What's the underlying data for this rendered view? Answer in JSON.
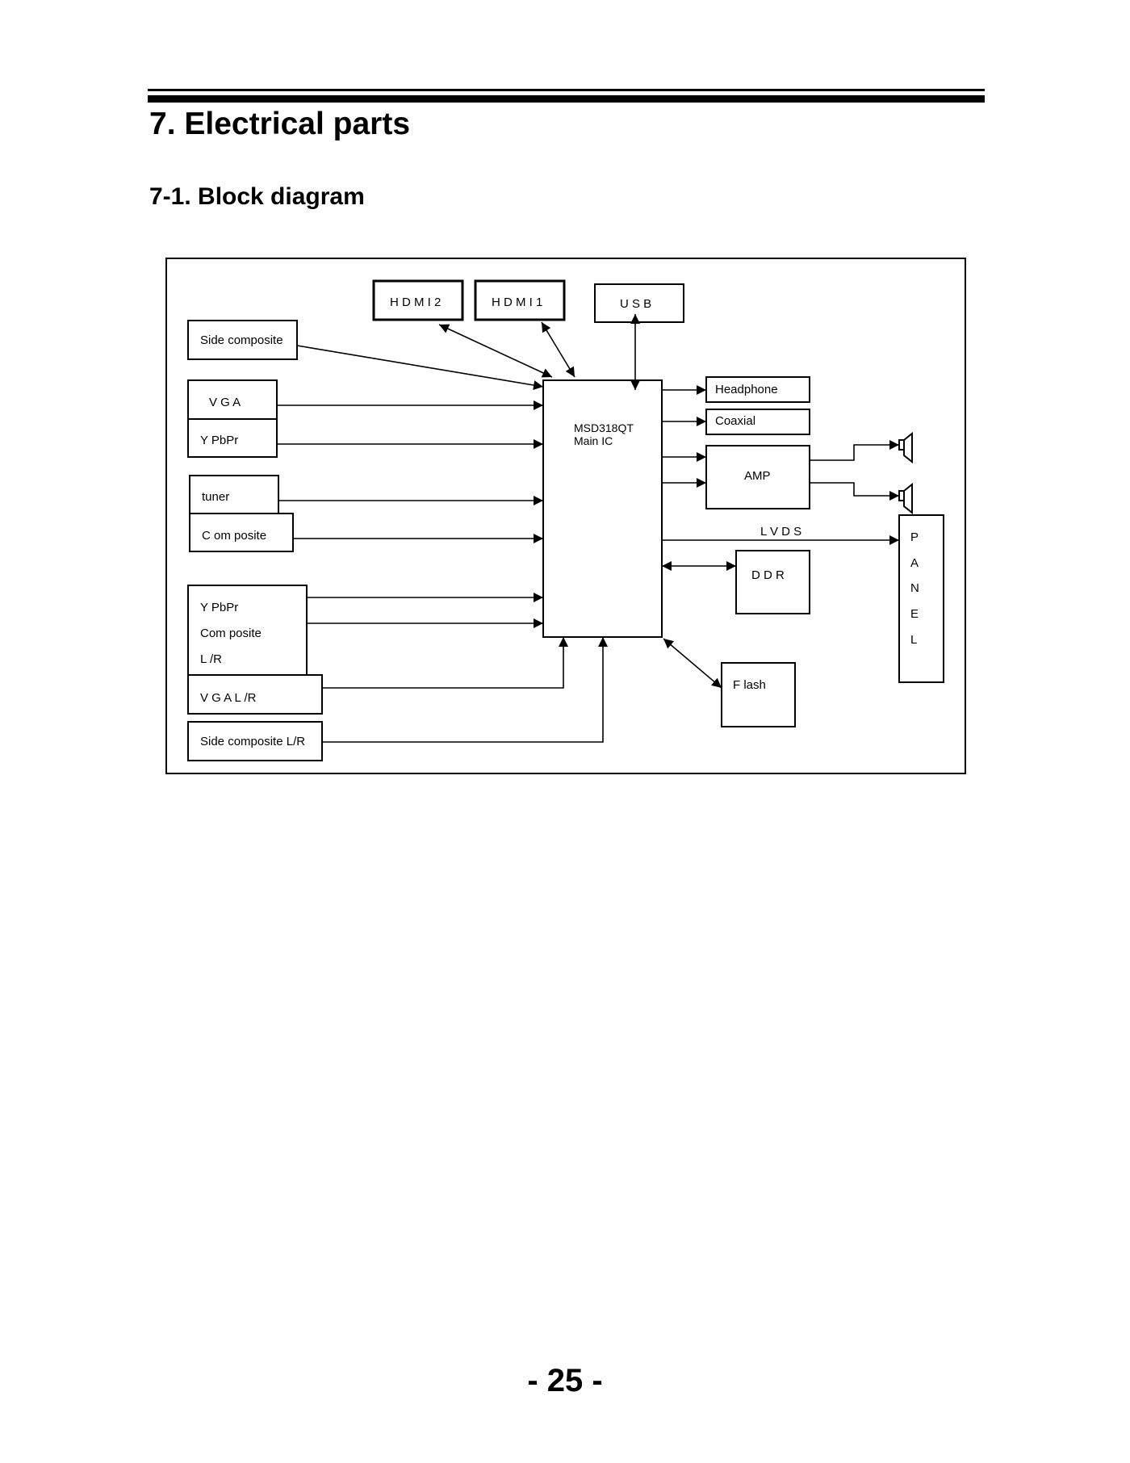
{
  "header": {
    "title": "7. Electrical parts",
    "subtitle": "7-1. Block diagram"
  },
  "diagram": {
    "hdmi2": "H D M I 2",
    "hdmi1": "H D M I 1",
    "usb": "U S B",
    "side_composite": "Side composite",
    "vga": "V G A",
    "ypbpr": "Y PbPr",
    "tuner": "tuner",
    "composite": "C om posite",
    "ypbpr_group": [
      "Y PbPr",
      "Com posite",
      "L /R"
    ],
    "vga_lr": "V G A L /R",
    "side_composite_lr": "Side composite L/R",
    "main_ic": [
      "MSD318QT",
      "Main IC"
    ],
    "headphone": "Headphone",
    "coaxial": "Coaxial",
    "amp": "AMP",
    "lvds": "L V D S",
    "ddr": "D D R",
    "flash": "F lash",
    "panel_letters": [
      "P",
      "A",
      "N",
      "E",
      "L"
    ]
  },
  "footer": {
    "page_number": "- 25 -"
  }
}
